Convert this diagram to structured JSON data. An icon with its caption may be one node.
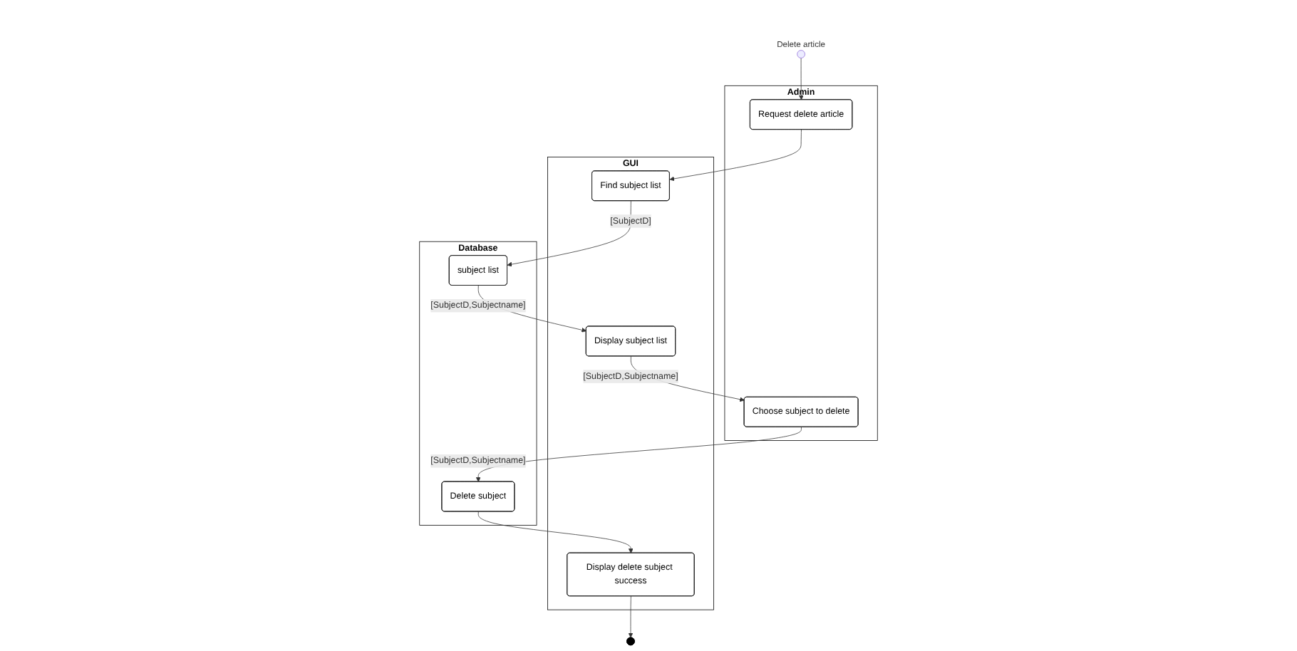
{
  "diagram": {
    "nodes": [
      {
        "text": [],
        "shape": "circle",
        "beside": [
          "Delete article"
        ]
      },
      {
        "text": [
          "Admin"
        ]
      },
      {
        "text": [
          "GUI"
        ]
      },
      {
        "text": [
          "Database"
        ]
      },
      {
        "text": [
          "Request delete article"
        ],
        "in": 1
      },
      {
        "text": [
          "Find subject list"
        ],
        "in": 2
      },
      {
        "text": [
          "subject list"
        ],
        "in": 3
      },
      {
        "text": [
          "Choose subject to delete"
        ],
        "in": 1
      },
      {
        "text": [
          "Display subject list"
        ],
        "in": 2
      },
      {
        "text": [
          "Delete subject"
        ],
        "in": 3
      },
      {
        "text": [
          "Display delete subject success"
        ],
        "in": 2
      },
      {
        "text": [],
        "shape": "circle"
      }
    ],
    "edges": [
      {
        "from": 0,
        "to": 4,
        "arrow": "to"
      },
      {
        "from": 4,
        "to": 5,
        "arrow": "to"
      },
      {
        "from": 5,
        "to": 6,
        "arrow": "to",
        "label": "[SubjectD]"
      },
      {
        "from": 6,
        "to": 8,
        "arrow": "to",
        "label": "[SubjectD,Subjectname]"
      },
      {
        "from": 8,
        "to": 7,
        "arrow": "to",
        "label": "[SubjectD,Subjectname]"
      },
      {
        "from": 7,
        "to": 9,
        "arrow": "to",
        "label": "[SubjectD,Subjectname]"
      },
      {
        "from": 9,
        "to": 10,
        "arrow": "to"
      },
      {
        "from": 10,
        "to": 11,
        "arrow": "to"
      }
    ]
  }
}
